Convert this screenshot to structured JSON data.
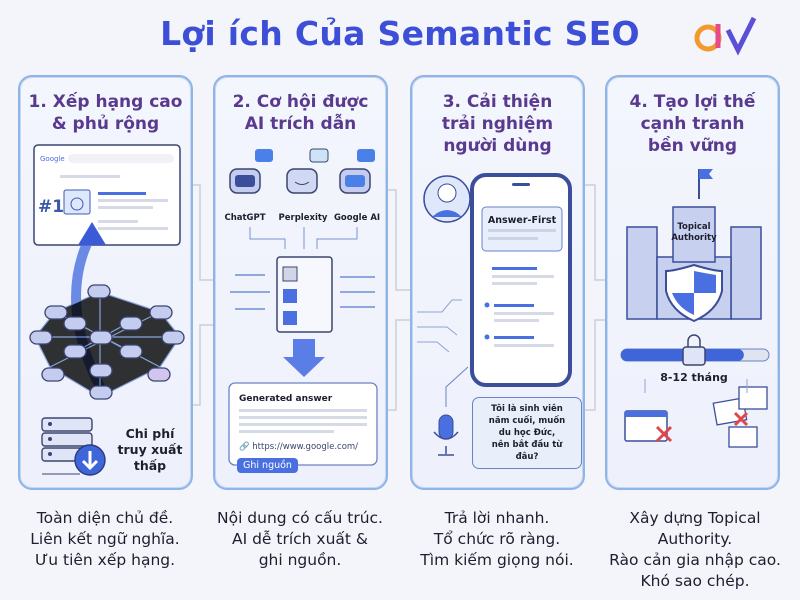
{
  "title": "Lợi ích Của Semantic SEO",
  "logo": "gtv",
  "colors": {
    "title": "#3d4fd6",
    "panel_title": "#5a3a8e",
    "accent": "#4a6fe0",
    "panel_border": "#8fb4e6",
    "error": "#e0474c"
  },
  "panels": [
    {
      "title_lines": [
        "1. Xếp hạng cao",
        "& phủ rộng"
      ],
      "search_logo": "Google",
      "rank": "#1",
      "retrieval": [
        "Chi phí",
        "truy xuất",
        "thấp"
      ],
      "icons": [
        "search-results-icon",
        "knowledge-graph-icon",
        "server-download-icon"
      ],
      "caption": [
        "Toàn diện chủ đề.",
        "Liên kết ngữ nghĩa.",
        "Ưu tiên xếp hạng."
      ]
    },
    {
      "title_lines": [
        "2. Cơ hội được",
        "AI trích dẫn"
      ],
      "bots": [
        "ChatGPT",
        "Perplexity",
        "Google AI"
      ],
      "answer_title": "Generated answer",
      "answer_url": "https://www.google.com/",
      "cite_button": "Ghi nguồn",
      "caption": [
        "Nội dung có cấu trúc.",
        "AI dễ trích xuất &",
        "ghi nguồn."
      ]
    },
    {
      "title_lines": [
        "3. Cải thiện",
        "trải nghiệm",
        "người dùng"
      ],
      "answer_first": "Answer-First",
      "voice_query": [
        "Tôi là sinh viên",
        "năm cuối, muốn",
        "du học Đức,",
        "nên bắt đầu từ",
        "đâu?"
      ],
      "caption": [
        "Trả lời nhanh.",
        "Tổ chức rõ ràng.",
        "Tìm kiếm giọng nói."
      ]
    },
    {
      "title_lines": [
        "4. Tạo lợi thế",
        "cạnh tranh",
        "bền vững"
      ],
      "castle_label": [
        "Topical",
        "Authority"
      ],
      "progress_label": "8-12 tháng",
      "progress": 0.83,
      "caption": [
        "Xây dựng Topical",
        "Authority.",
        "Rào cản gia nhập cao.",
        "Khó sao chép."
      ]
    }
  ]
}
